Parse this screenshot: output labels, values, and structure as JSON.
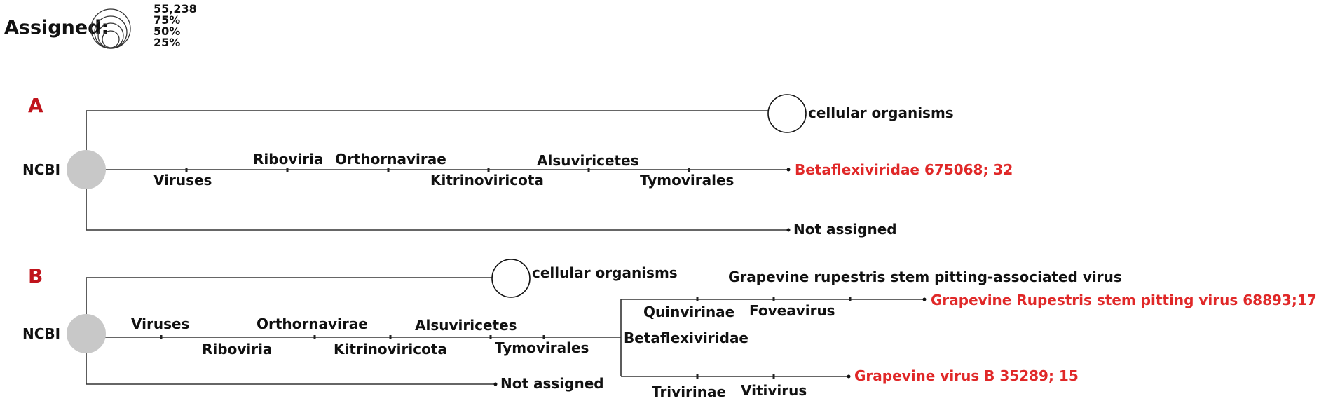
{
  "legend": {
    "title": "Assigned:",
    "max_count": "55,238",
    "levels": [
      "75%",
      "50%",
      "25%"
    ]
  },
  "panel_a": {
    "letter": "A",
    "root": "NCBI",
    "cellular": "cellular organisms",
    "lineage": {
      "viruses": "Viruses",
      "riboviria": "Riboviria",
      "orthornavirae": "Orthornavirae",
      "kitrinoviricota": "Kitrinoviricota",
      "alsuviricetes": "Alsuviricetes",
      "tymovirales": "Tymovirales"
    },
    "leaf": "Betaflexiviridae 675068; 32",
    "not_assigned": "Not assigned"
  },
  "panel_b": {
    "letter": "B",
    "root": "NCBI",
    "cellular": "cellular organisms",
    "lineage": {
      "viruses": "Viruses",
      "riboviria": "Riboviria",
      "orthornavirae": "Orthornavirae",
      "kitrinoviricota": "Kitrinoviricota",
      "alsuviricetes": "Alsuviricetes",
      "tymovirales": "Tymovirales",
      "betaflexiviridae": "Betaflexiviridae"
    },
    "upper_branch": {
      "subfamily": "Quinvirinae",
      "genus": "Foveavirus",
      "species": "Grapevine rupestris stem pitting-associated virus",
      "leaf": "Grapevine Rupestris stem pitting virus 68893;17"
    },
    "lower_branch": {
      "subfamily": "Trivirinae",
      "genus": "Vitivirus",
      "leaf": "Grapevine virus B 35289; 15"
    },
    "not_assigned": "Not assigned"
  },
  "colors": {
    "panel_letter": "#c0141c",
    "highlight_leaf": "#e02828",
    "root_node": "#c8c8c8"
  }
}
